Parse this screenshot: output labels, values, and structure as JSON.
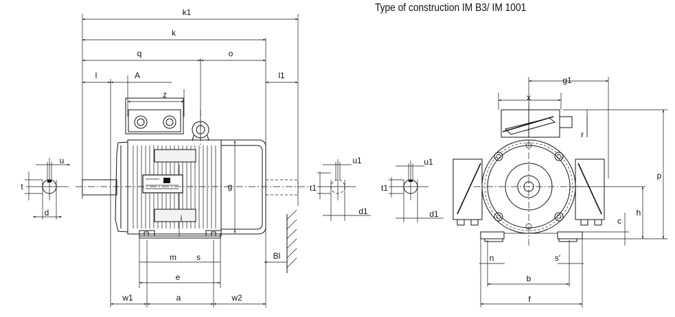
{
  "title": "Type of construction IM B3/ IM 1001",
  "dimensions": {
    "k1": "k1",
    "k": "k",
    "q": "q",
    "o": "o",
    "l": "l",
    "A": "A",
    "l1": "l1",
    "z": "z",
    "u": "u",
    "t": "t",
    "d": "d",
    "g": "g",
    "i": "i",
    "m": "m",
    "s": "s",
    "Bl": "Bl",
    "e": "e",
    "w1": "w1",
    "a": "a",
    "w2": "w2",
    "u1_a": "u1",
    "t1_a": "t1",
    "d1_a": "d1",
    "u1_b": "u1",
    "t1_b": "t1",
    "d1_b": "d1",
    "g1": "g1",
    "x": "x",
    "r": "r",
    "p": "p",
    "h": "h",
    "c": "c",
    "n": "n",
    "s_prime": "s'",
    "b": "b",
    "f": "f"
  }
}
